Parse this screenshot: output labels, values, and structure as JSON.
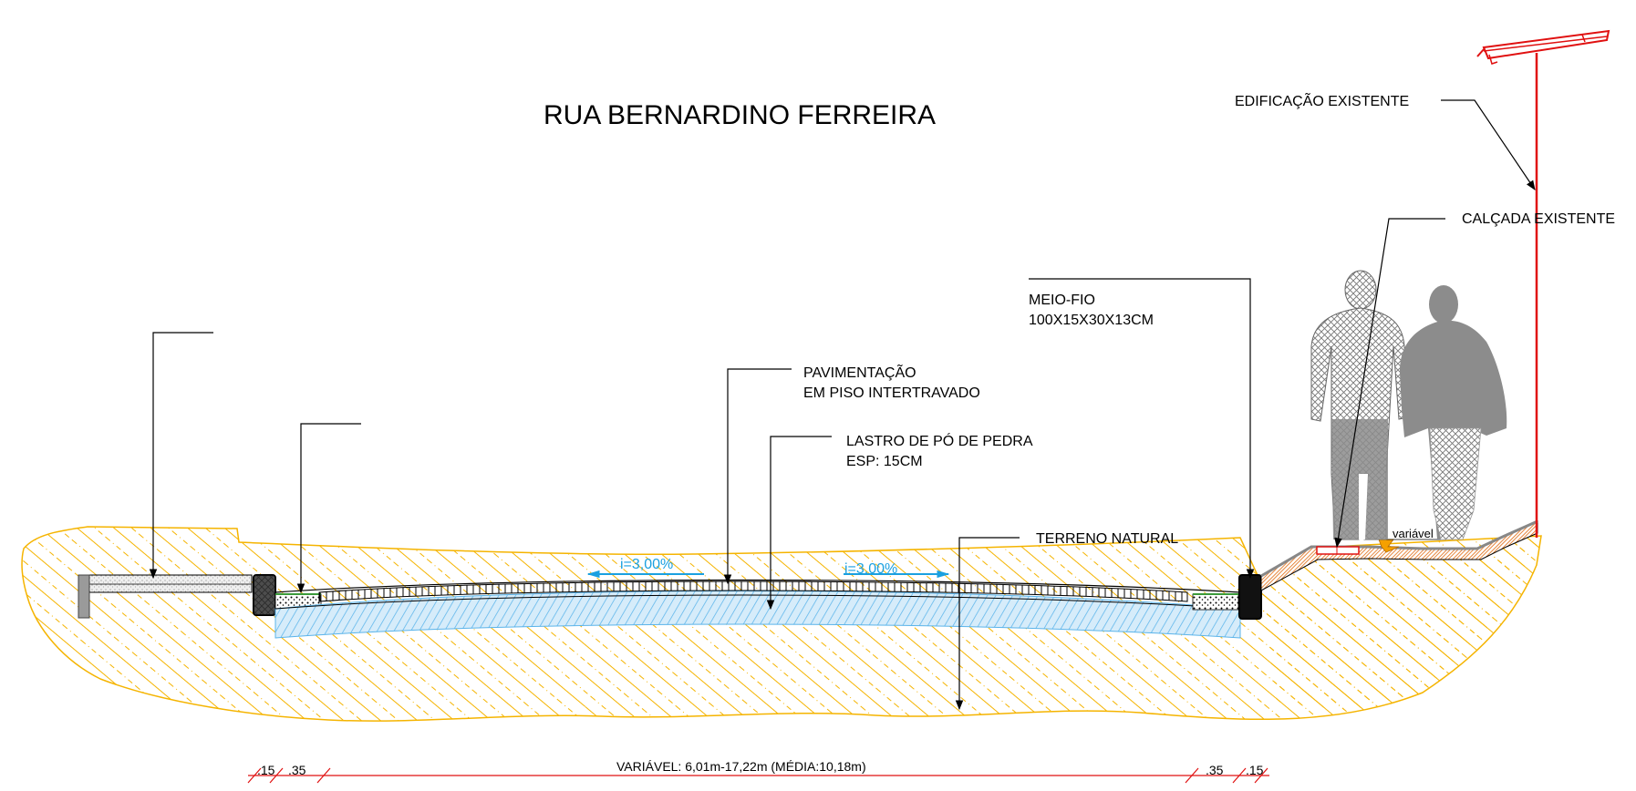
{
  "drawing": {
    "title": "RUA BERNARDINO FERREIRA",
    "labels": {
      "edificacao": "EDIFICAÇÃO EXISTENTE",
      "calcada": "CALÇADA EXISTENTE",
      "meio_fio_1": "MEIO-FIO",
      "meio_fio_2": "100X15X30X13CM",
      "pavimentacao_1": "PAVIMENTAÇÃO",
      "pavimentacao_2": "EM PISO INTERTRAVADO",
      "lastro_1": "LASTRO DE PÓ DE PEDRA",
      "lastro_2": "ESP: 15CM",
      "terreno": "TERRENO NATURAL",
      "variavel": "variável"
    },
    "slopes": {
      "left": "i=3,00%",
      "right": "i=3,00%"
    },
    "dimensions": {
      "left_15": ".15",
      "left_35": ".35",
      "middle": "VARIÁVEL: 6,01m-17,22m (MÉDIA:10,18m)",
      "right_35": ".35",
      "right_15": ".15"
    }
  },
  "colors": {
    "soil": "#f5b400",
    "water_layer": "#5bb4ea",
    "slope_arrow": "#1aa0e0",
    "building_line": "#e01010",
    "dimension_line": "#e01010",
    "person": "#8c8c8c",
    "sidewalk_hatch": "#e06a10",
    "ink": "#000000"
  }
}
